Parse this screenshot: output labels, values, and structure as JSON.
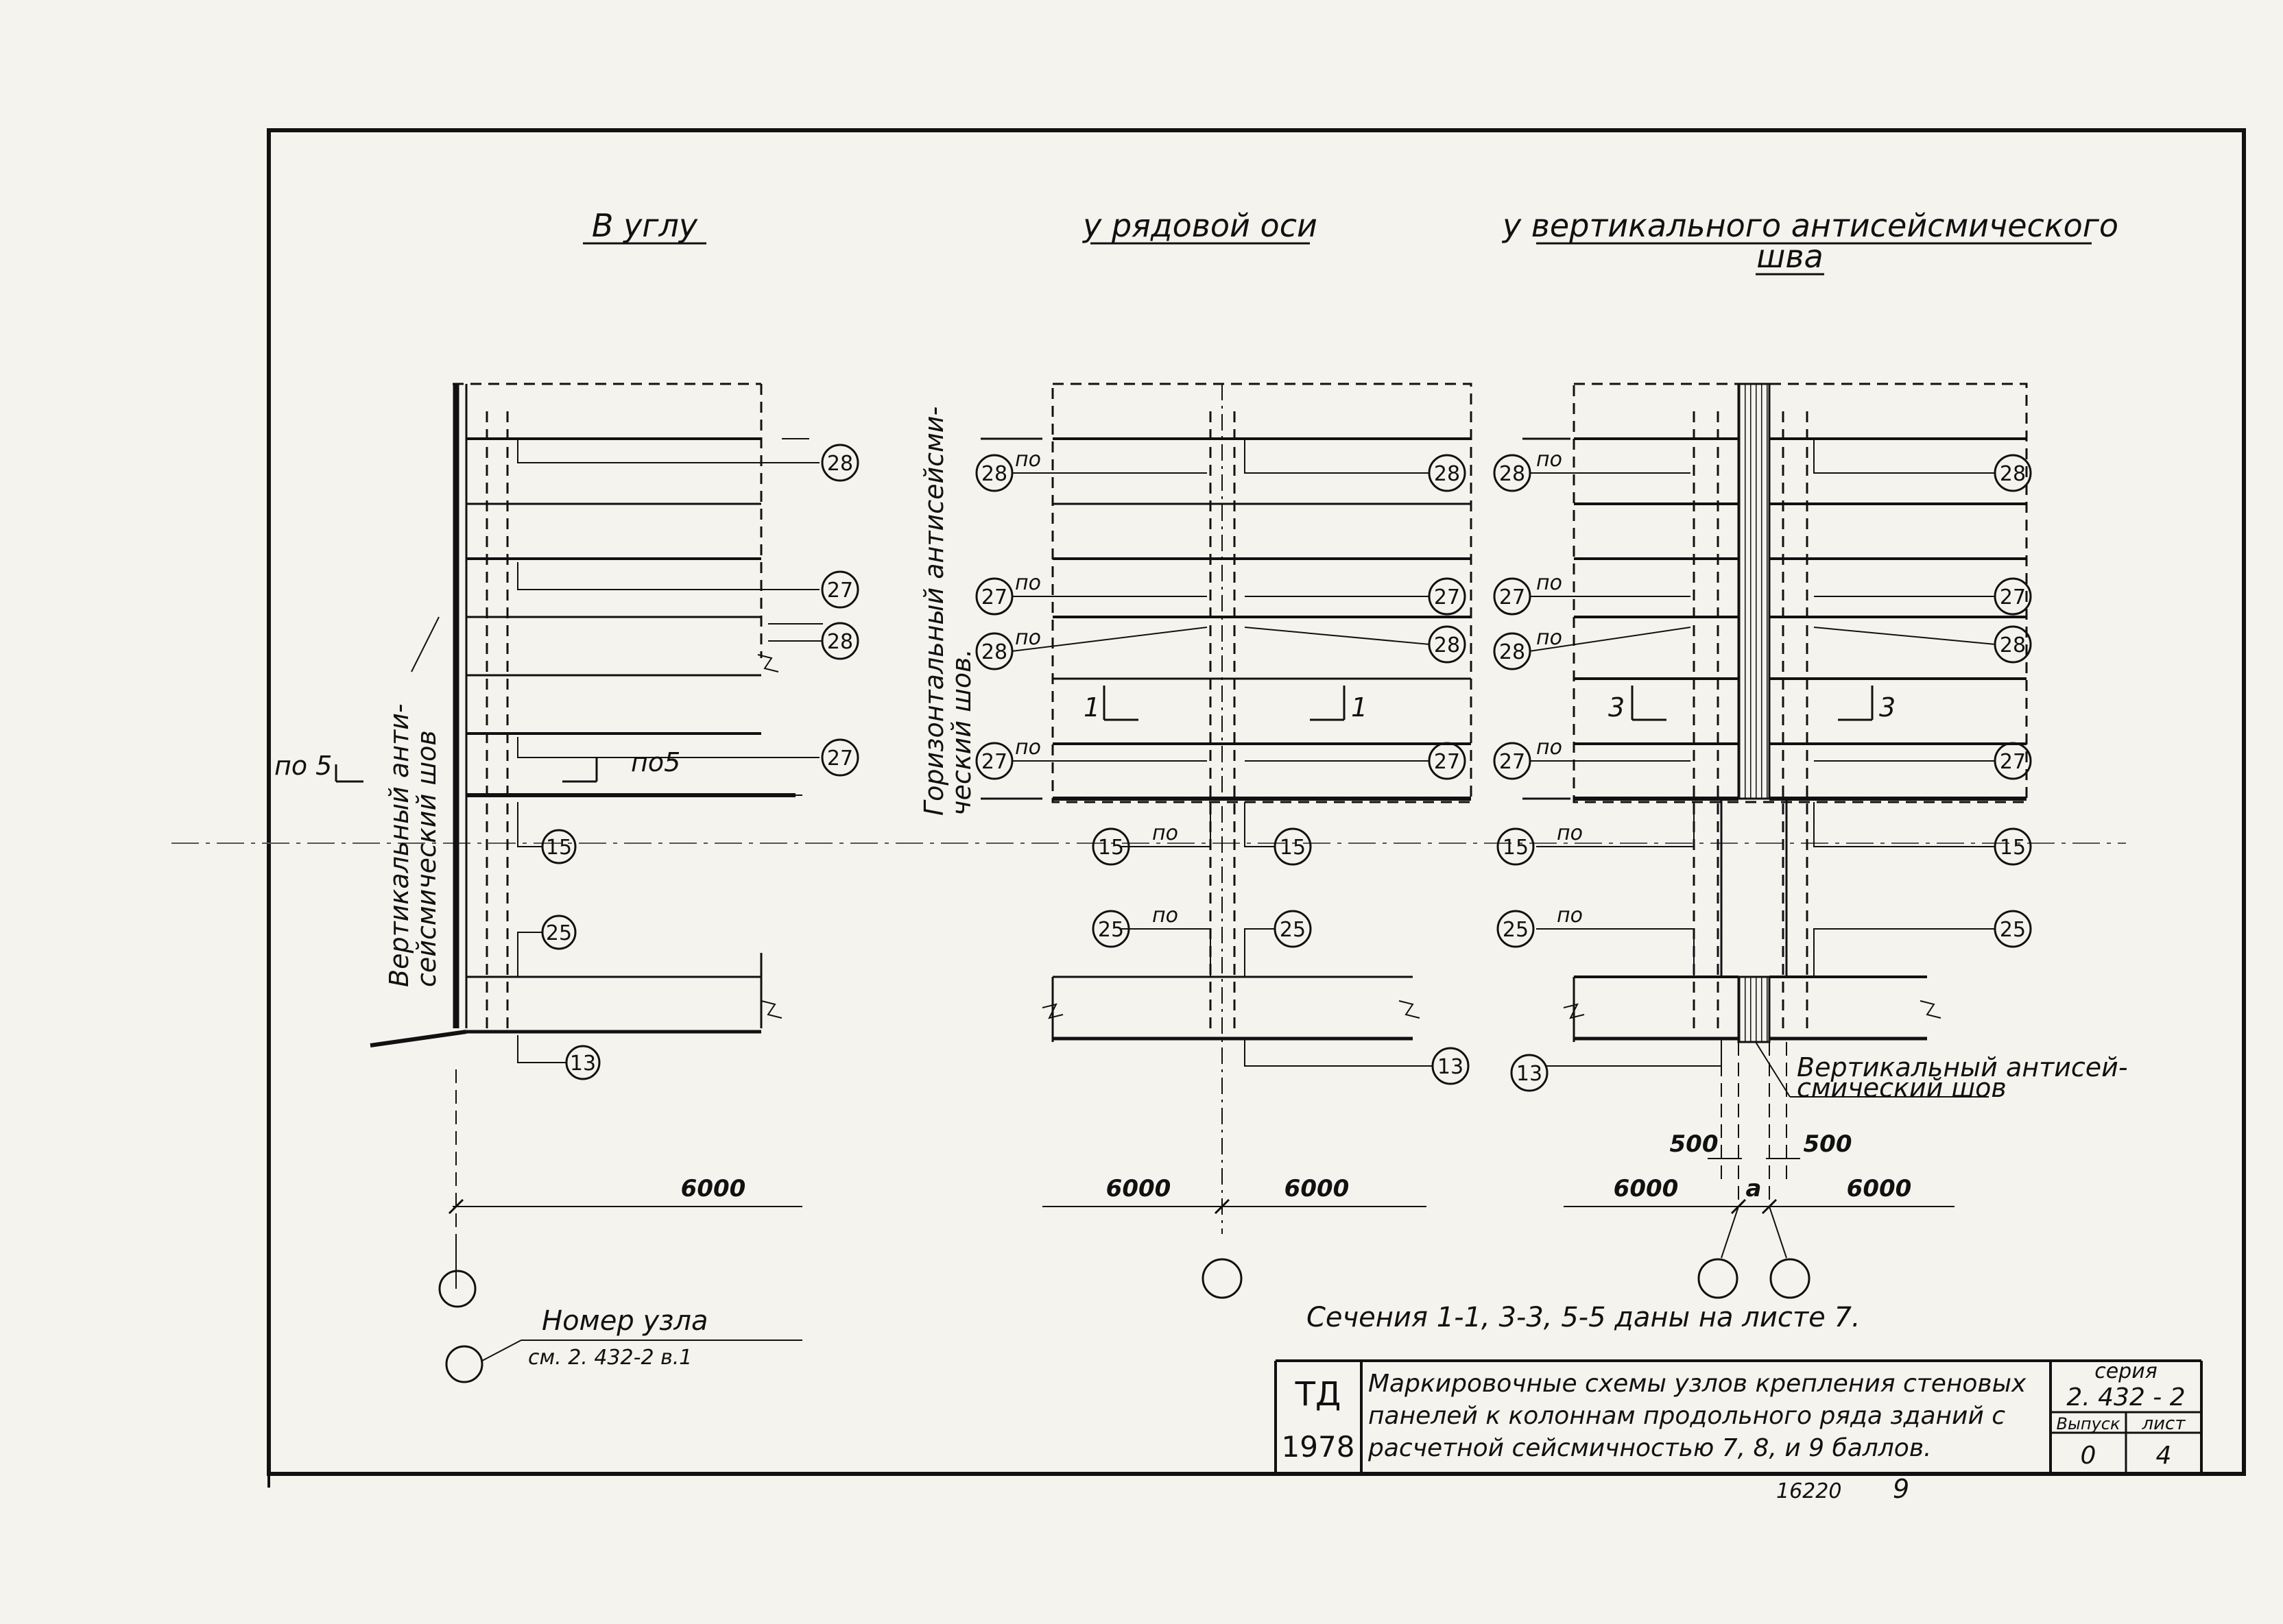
{
  "headers": {
    "corner": "В углу",
    "row_axis": "у рядовой оси",
    "seismic_seam_line1": "у вертикального антисейсмического",
    "seismic_seam_line2": "шва"
  },
  "side_labels": {
    "vertical_seam_left_line1": "Вертикальный анти-",
    "vertical_seam_left_line2": "сейсмический шов",
    "horizontal_seam_line1": "Горизонтальный антисейсми-",
    "horizontal_seam_line2": "ческий шов.",
    "vertical_seam_right_line1": "Вертикальный антисей-",
    "vertical_seam_right_line2": "смический шов",
    "po5_left": "по 5",
    "po5_inner": "по5"
  },
  "node_labels": {
    "n28": "28",
    "n27": "27",
    "n15": "15",
    "n25": "25",
    "n13": "13",
    "po": "по"
  },
  "sections": {
    "s1": "1",
    "s3": "3"
  },
  "dimensions": {
    "d6000": "6000",
    "d500": "500",
    "a": "a"
  },
  "legend": {
    "title": "Номер узла",
    "ref": "см. 2. 432-2 в.1"
  },
  "caption": "Сечения 1-1, 3-3, 5-5 даны на листе 7.",
  "title_block": {
    "td": "ТД",
    "year": "1978",
    "desc_line1": "Маркировочные схемы узлов крепления стеновых",
    "desc_line2": "панелей к колоннам продольного ряда зданий с",
    "desc_line3": "расчетной сейсмичностью 7, 8, и 9 баллов.",
    "series_label": "серия",
    "series_value": "2. 432 - 2",
    "issue_label": "Выпуск",
    "issue_value": "0",
    "sheet_label": "лист",
    "sheet_value": "4"
  },
  "footer": {
    "code": "16220",
    "page": "9"
  },
  "colors": {
    "ink": "#111111",
    "paper": "#f4f3ee"
  }
}
